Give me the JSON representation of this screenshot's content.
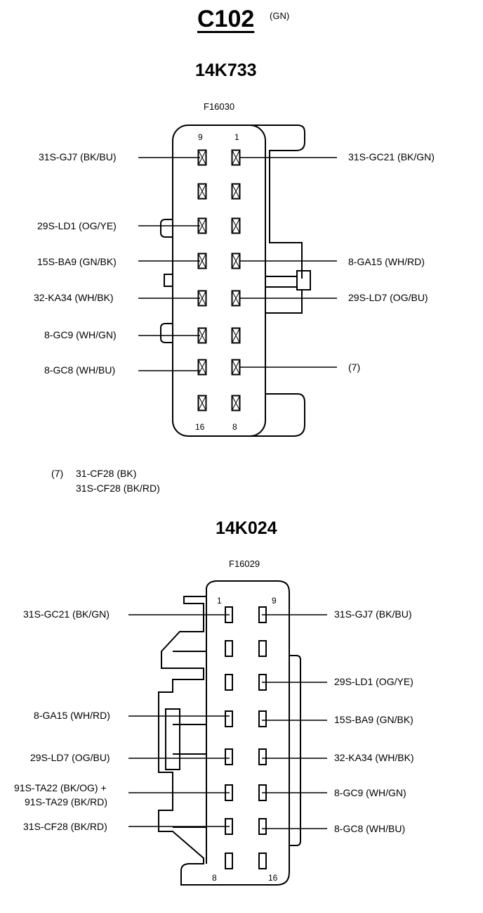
{
  "header": {
    "title": "C102",
    "color_code": "(GN)"
  },
  "connector_a": {
    "title": "14K733",
    "part_number": "F16030",
    "pin_top_left": "9",
    "pin_top_right": "1",
    "pin_bottom_left": "16",
    "pin_bottom_right": "8",
    "left_labels": [
      "31S-GJ7 (BK/BU)",
      "29S-LD1 (OG/YE)",
      "15S-BA9 (GN/BK)",
      "32-KA34 (WH/BK)",
      "8-GC9 (WH/GN)",
      "8-GC8 (WH/BU)"
    ],
    "right_labels": [
      "31S-GC21 (BK/GN)",
      "8-GA15 (WH/RD)",
      "29S-LD7 (OG/BU)",
      "(7)"
    ]
  },
  "footnote": {
    "marker": "(7)",
    "line1": "31-CF28 (BK)",
    "line2": "31S-CF28 (BK/RD)"
  },
  "connector_b": {
    "title": "14K024",
    "part_number": "F16029",
    "pin_top_left": "1",
    "pin_top_right": "9",
    "pin_bottom_left": "8",
    "pin_bottom_right": "16",
    "left_labels": [
      "31S-GC21 (BK/GN)",
      "8-GA15 (WH/RD)",
      "29S-LD7 (OG/BU)",
      "91S-TA22 (BK/OG) +",
      "91S-TA29 (BK/RD)",
      "31S-CF28 (BK/RD)"
    ],
    "right_labels": [
      "31S-GJ7 (BK/BU)",
      "29S-LD1 (OG/YE)",
      "15S-BA9 (GN/BK)",
      "32-KA34 (WH/BK)",
      "8-GC9 (WH/GN)",
      "8-GC8 (WH/BU)"
    ]
  }
}
